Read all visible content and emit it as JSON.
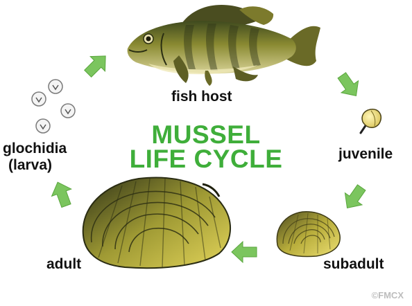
{
  "title": {
    "line1": "MUSSEL",
    "line2": "LIFE CYCLE"
  },
  "stages": {
    "fish_host": "fish host",
    "juvenile": "juvenile",
    "subadult": "subadult",
    "adult": "adult",
    "glochidia_line1": "glochidia",
    "glochidia_line2": "(larva)"
  },
  "copyright": "©FMCX",
  "colors": {
    "title": "#3fae3a",
    "arrow": "#7bc55e"
  },
  "icons": [
    "fish-icon",
    "juvenile-mussel-icon",
    "subadult-mussel-icon",
    "adult-mussel-icon",
    "glochidia-larvae-icon",
    "arrow-icon"
  ]
}
